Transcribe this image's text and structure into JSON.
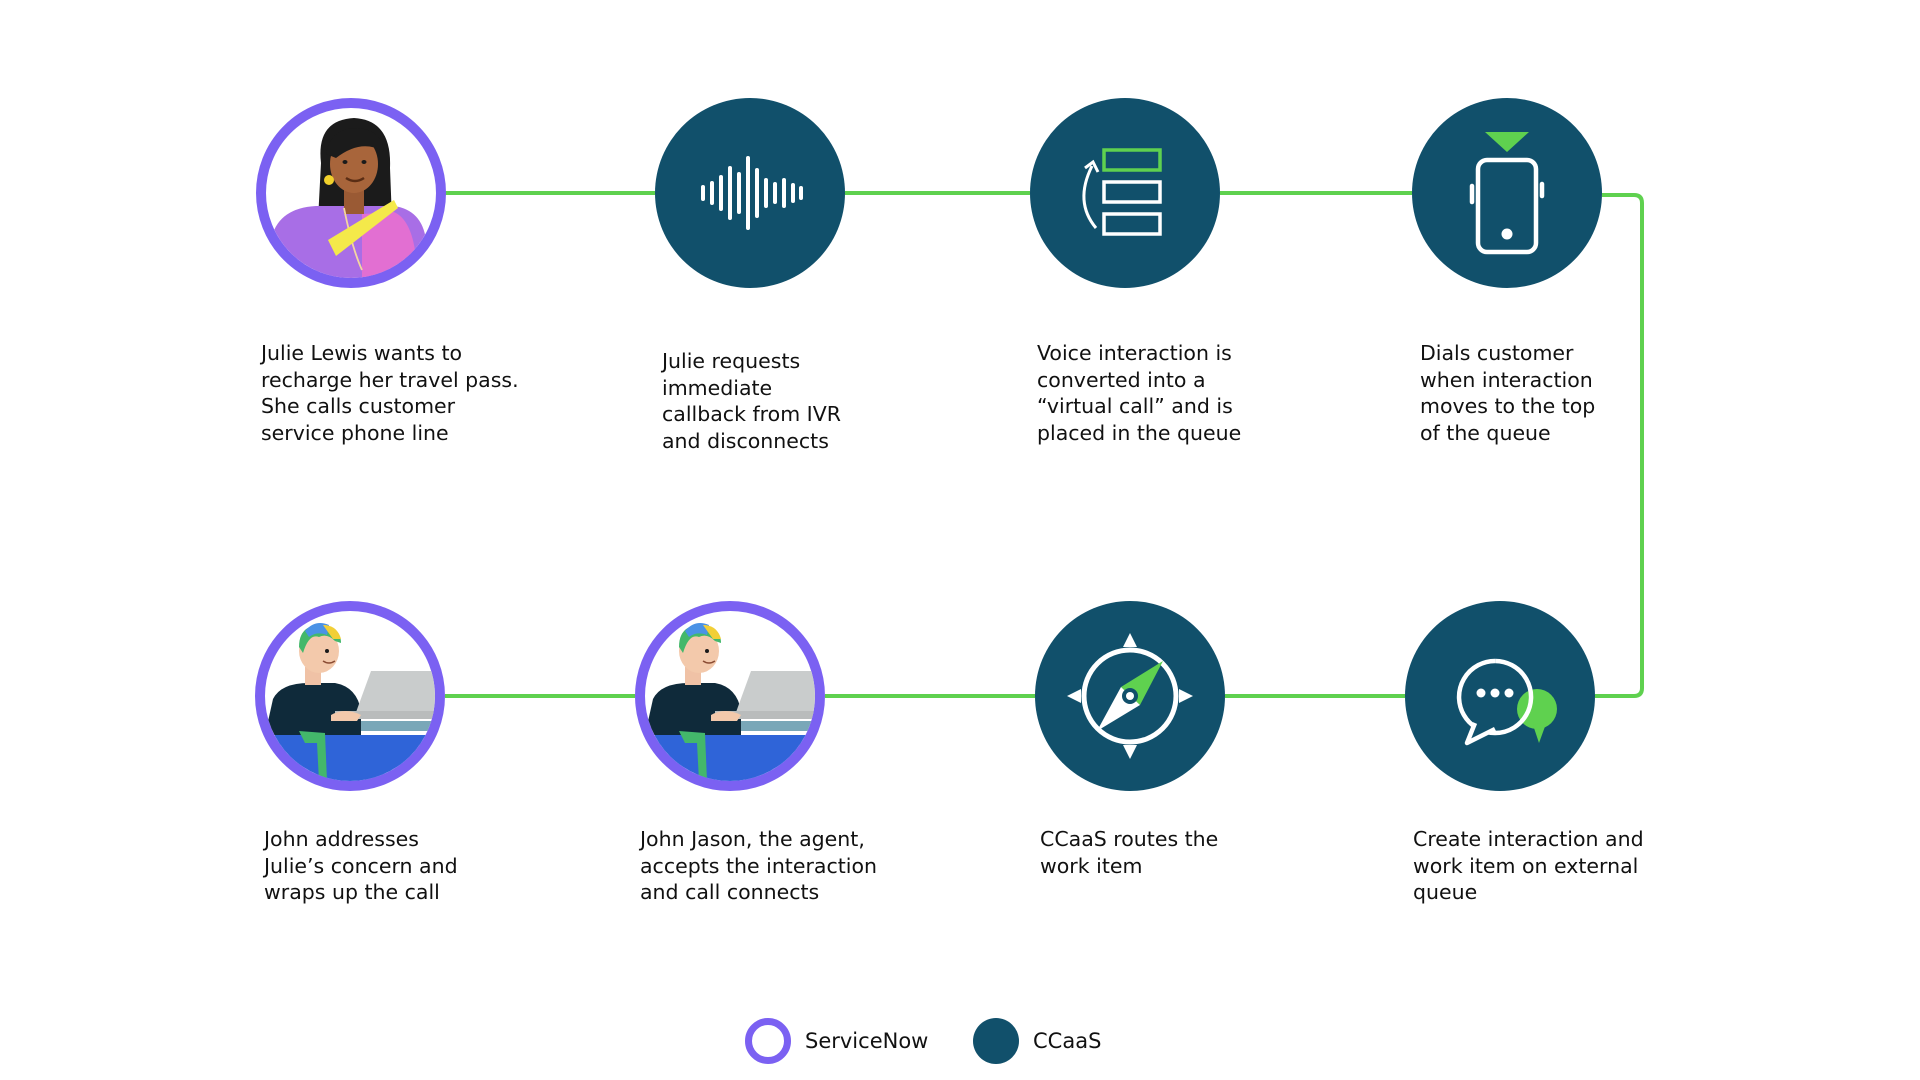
{
  "colors": {
    "connector": "#5fd14f",
    "ccaas_fill": "#11506b",
    "servicenow_ring": "#7b61f2",
    "accent_green": "#5fd14f"
  },
  "steps": [
    {
      "text": "Julie Lewis wants to\nrecharge her travel pass.\nShe calls customer\nservice phone line",
      "owner": "ServiceNow",
      "icon": "julie-avatar-icon"
    },
    {
      "text": "Julie requests\nimmediate\ncallback from IVR\nand disconnects",
      "owner": "CCaaS",
      "icon": "sound-wave-icon"
    },
    {
      "text": "Voice interaction is\nconverted into a\n“virtual call” and is\nplaced in the queue",
      "owner": "CCaaS",
      "icon": "queue-stack-icon"
    },
    {
      "text": "Dials customer\nwhen interaction\nmoves to the top\nof the queue",
      "owner": "CCaaS",
      "icon": "phone-dial-icon"
    },
    {
      "text": "Create interaction and\nwork item on external\nqueue",
      "owner": "CCaaS",
      "icon": "chat-bubbles-icon"
    },
    {
      "text": "CCaaS routes the\nwork item",
      "owner": "CCaaS",
      "icon": "compass-icon"
    },
    {
      "text": "John Jason, the agent,\naccepts the interaction\nand call connects",
      "owner": "ServiceNow",
      "icon": "agent-avatar-icon"
    },
    {
      "text": "John addresses\nJulie’s concern and\nwraps up the call",
      "owner": "ServiceNow",
      "icon": "agent-avatar-icon"
    }
  ],
  "legend": [
    {
      "label": "ServiceNow",
      "kind": "ring"
    },
    {
      "label": "CCaaS",
      "kind": "filled"
    }
  ]
}
